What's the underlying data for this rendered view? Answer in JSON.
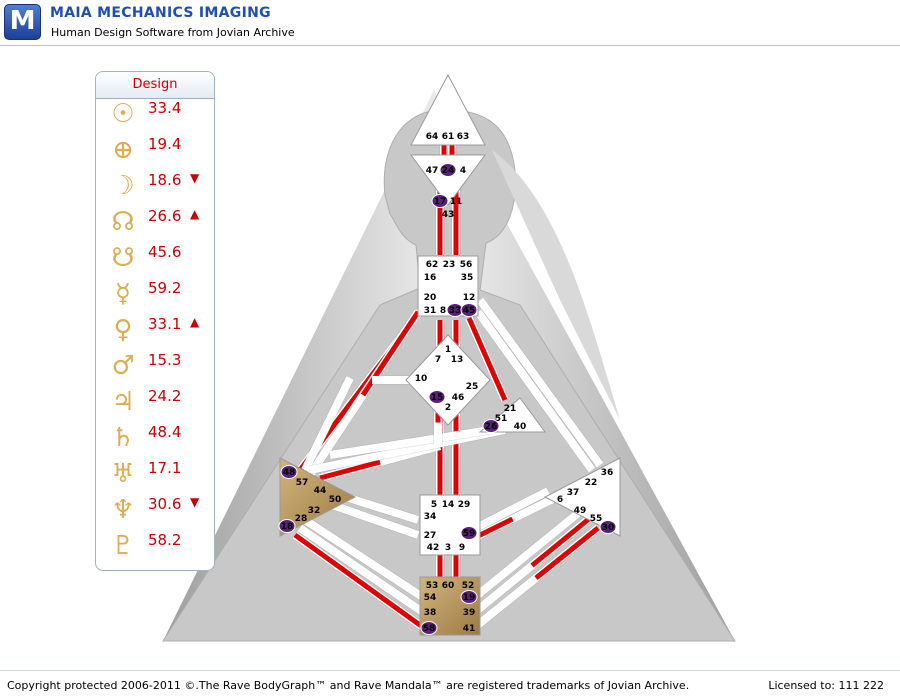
{
  "app": {
    "logo_letter": "M",
    "title": "MAIA MECHANICS IMAGING",
    "subtitle": "Human Design Software from Jovian Archive"
  },
  "design_panel": {
    "heading": "Design",
    "planets": [
      {
        "icon": "sun-icon",
        "glyph": "☉",
        "value": "33.4",
        "arrow": ""
      },
      {
        "icon": "earth-icon",
        "glyph": "⊕",
        "value": "19.4",
        "arrow": ""
      },
      {
        "icon": "moon-icon",
        "glyph": "☽",
        "value": "18.6",
        "arrow": "▼"
      },
      {
        "icon": "north-node-icon",
        "glyph": "☊",
        "value": "26.6",
        "arrow": "▲"
      },
      {
        "icon": "south-node-icon",
        "glyph": "☋",
        "value": "45.6",
        "arrow": ""
      },
      {
        "icon": "mercury-icon",
        "glyph": "☿",
        "value": "59.2",
        "arrow": ""
      },
      {
        "icon": "venus-icon",
        "glyph": "♀",
        "value": "33.1",
        "arrow": "▲"
      },
      {
        "icon": "mars-icon",
        "glyph": "♂",
        "value": "15.3",
        "arrow": ""
      },
      {
        "icon": "jupiter-icon",
        "glyph": "♃",
        "value": "24.2",
        "arrow": ""
      },
      {
        "icon": "saturn-icon",
        "glyph": "♄",
        "value": "48.4",
        "arrow": ""
      },
      {
        "icon": "uranus-icon",
        "glyph": "♅",
        "value": "17.1",
        "arrow": ""
      },
      {
        "icon": "neptune-icon",
        "glyph": "♆",
        "value": "30.6",
        "arrow": "▼"
      },
      {
        "icon": "pluto-icon",
        "glyph": "♇",
        "value": "58.2",
        "arrow": ""
      }
    ]
  },
  "bodygraph": {
    "colors": {
      "active": "#e00000",
      "highlight": "#5a1f7a",
      "defined_center": "#b9945e"
    },
    "highlighted_gates": [
      "24",
      "17",
      "33",
      "45",
      "15",
      "26",
      "48",
      "18",
      "59",
      "30",
      "19",
      "58"
    ],
    "gates": [
      "64",
      "61",
      "63",
      "47",
      "24",
      "4",
      "17",
      "11",
      "43",
      "62",
      "23",
      "56",
      "16",
      "35",
      "20",
      "12",
      "31",
      "8",
      "33",
      "45",
      "1",
      "7",
      "13",
      "10",
      "25",
      "46",
      "15",
      "2",
      "21",
      "51",
      "26",
      "40",
      "48",
      "57",
      "44",
      "50",
      "32",
      "28",
      "18",
      "5",
      "14",
      "29",
      "34",
      "27",
      "42",
      "3",
      "9",
      "59",
      "36",
      "22",
      "37",
      "6",
      "49",
      "55",
      "30",
      "53",
      "60",
      "52",
      "54",
      "19",
      "38",
      "39",
      "58",
      "41"
    ]
  },
  "footer": {
    "copyright": "Copyright protected 2006-2011 ©.The Rave BodyGraph™ and Rave Mandala™ are registered trademarks of Jovian Archive.",
    "license": "Licensed to: 111 222"
  }
}
